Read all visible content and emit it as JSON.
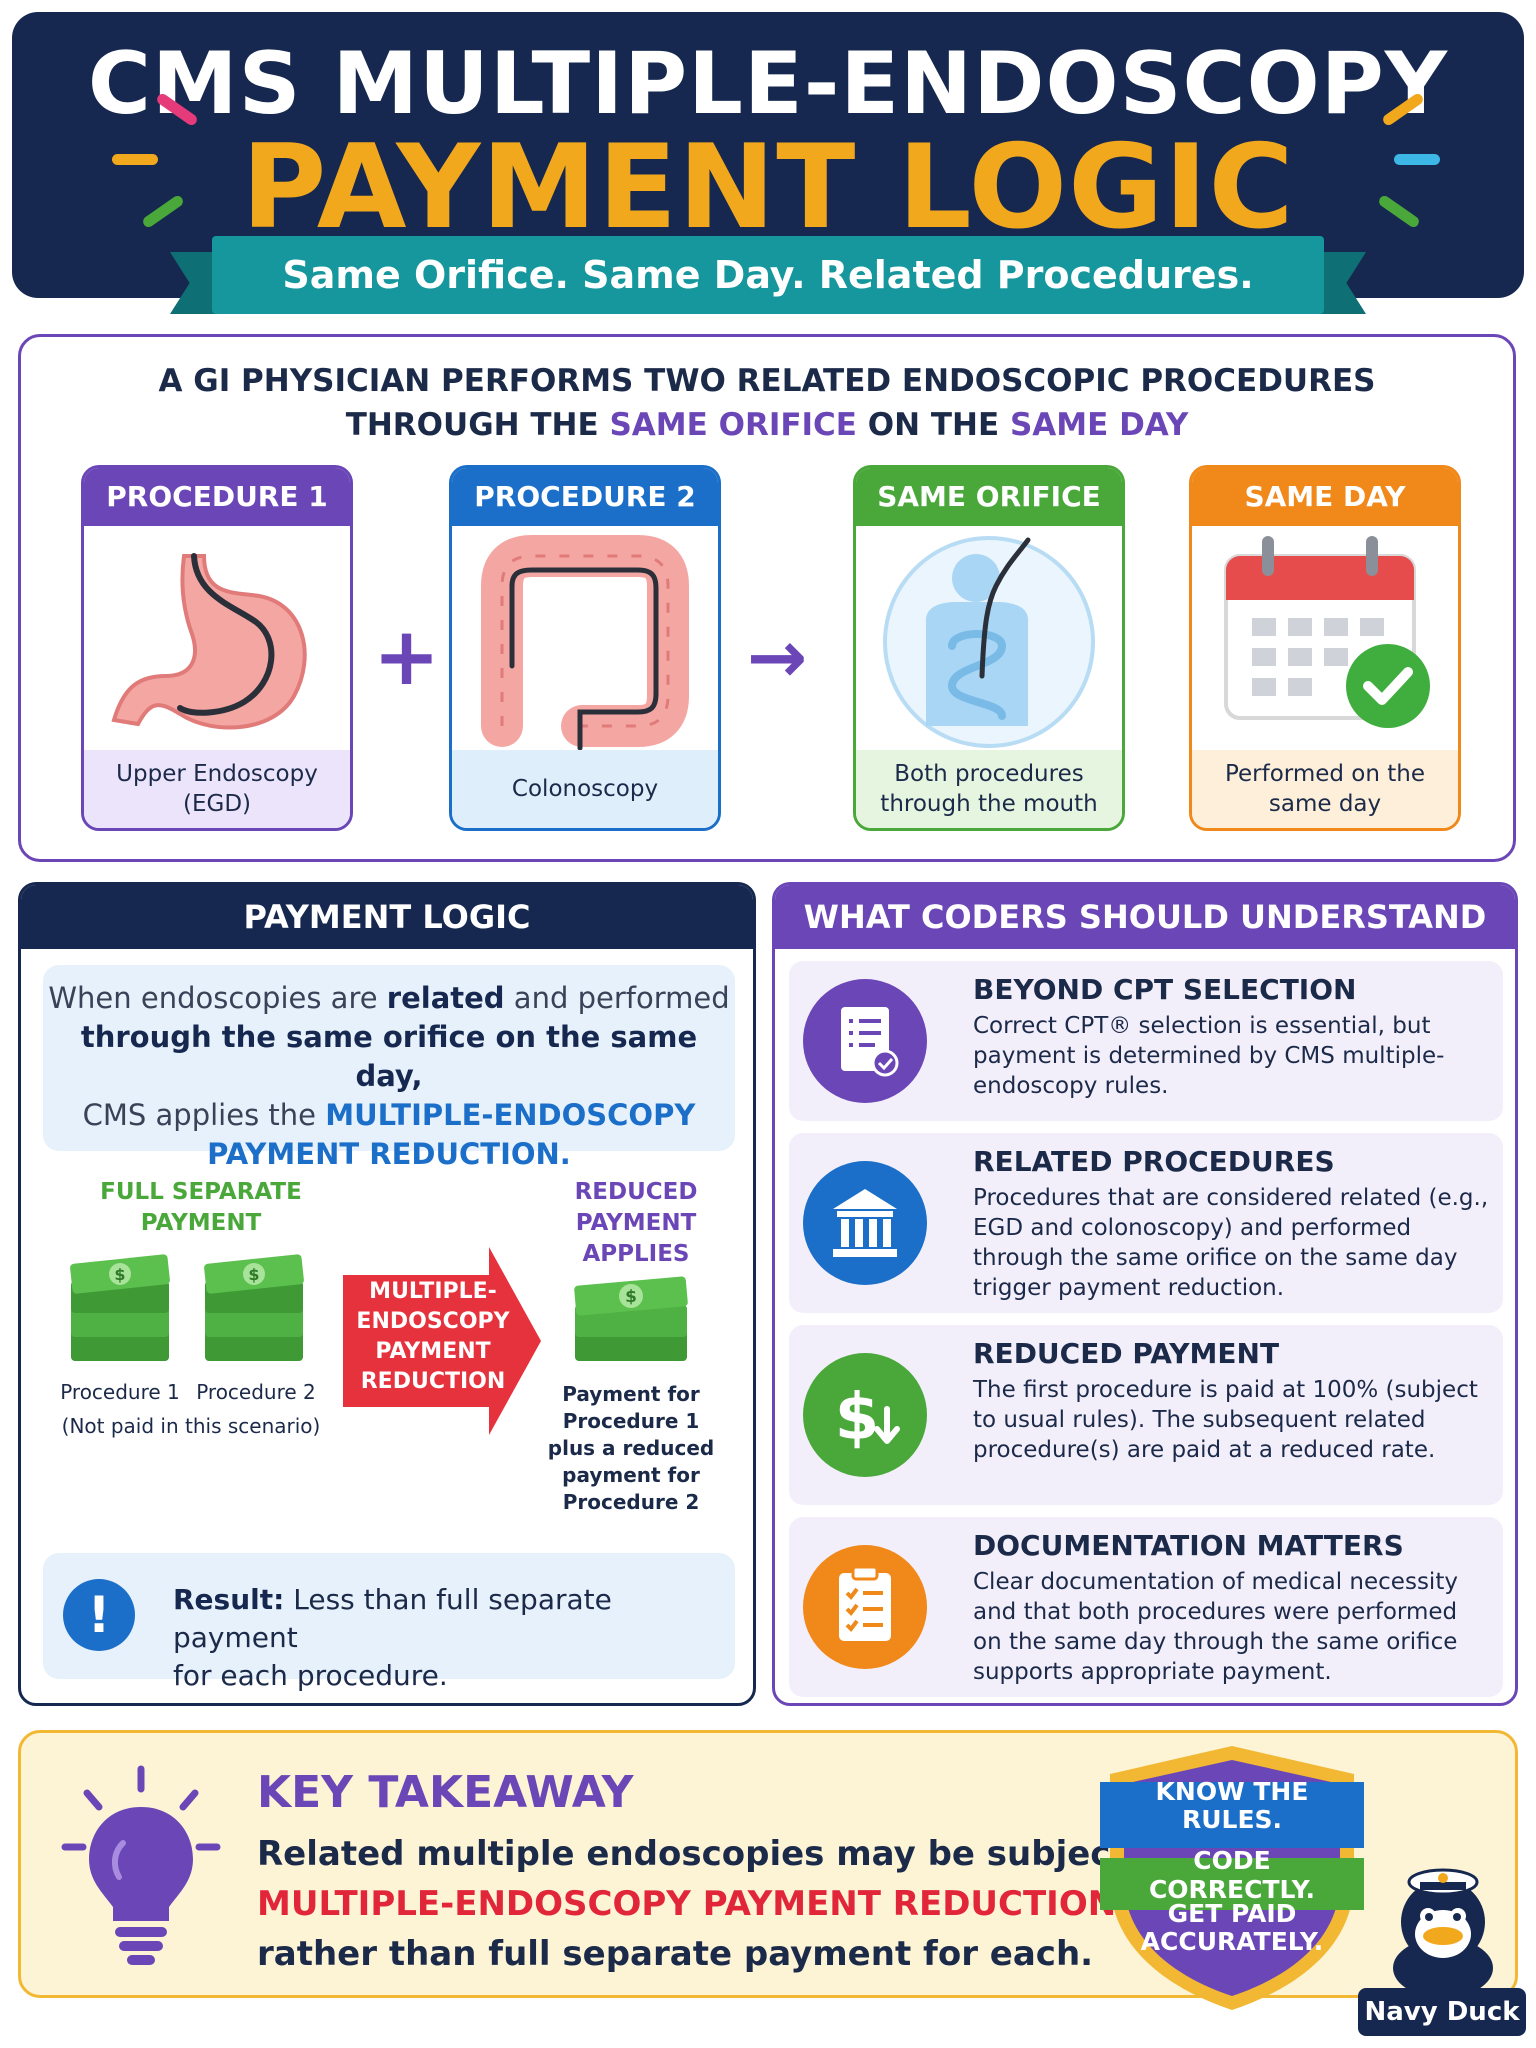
{
  "header": {
    "title_line1": "CMS MULTIPLE-ENDOSCOPY",
    "title_line2": "PAYMENT LOGIC",
    "subtitle": "Same Orifice. Same Day. Related Procedures."
  },
  "scenario": {
    "heading_line1": "A GI PHYSICIAN PERFORMS TWO RELATED ENDOSCOPIC PROCEDURES",
    "heading_line2_a": "THROUGH THE ",
    "heading_line2_hl1": "SAME ORIFICE",
    "heading_line2_b": " ON THE ",
    "heading_line2_hl2": "SAME DAY",
    "plus_symbol": "+",
    "arrow_symbol": "→",
    "cards": [
      {
        "title": "PROCEDURE 1",
        "caption": "Upper Endoscopy (EGD)",
        "color": "#6b46b7",
        "caption_bg": "#ece4fb",
        "icon": "stomach-icon"
      },
      {
        "title": "PROCEDURE 2",
        "caption": "Colonoscopy",
        "color": "#1b6fc9",
        "caption_bg": "#dfeefb",
        "icon": "colon-icon"
      },
      {
        "title": "SAME ORIFICE",
        "caption": "Both procedures through the mouth",
        "color": "#4aa83b",
        "caption_bg": "#e6f5df",
        "icon": "body-scope-icon"
      },
      {
        "title": "SAME DAY",
        "caption": "Performed on the same day",
        "color": "#f0881a",
        "caption_bg": "#fdefd9",
        "icon": "calendar-check-icon"
      }
    ]
  },
  "payment_logic": {
    "heading": "PAYMENT LOGIC",
    "box_line1_a": "When endoscopies are ",
    "box_line1_b": "related",
    "box_line1_c": " and performed",
    "box_line2": "through the same orifice on the same day,",
    "box_line3_a": "CMS applies the ",
    "box_line3_b": "MULTIPLE-ENDOSCOPY",
    "box_line4": "PAYMENT REDUCTION.",
    "full_label_1": "FULL SEPARATE",
    "full_label_2": "PAYMENT",
    "reduced_label_1": "REDUCED PAYMENT",
    "reduced_label_2": "APPLIES",
    "proc1_label": "Procedure 1",
    "proc2_label": "Procedure 2",
    "not_paid_note": "(Not paid in this scenario)",
    "arrow_text": [
      "MULTIPLE-",
      "ENDOSCOPY",
      "PAYMENT",
      "REDUCTION"
    ],
    "reduced_caption": [
      "Payment for",
      "Procedure 1",
      "plus a reduced",
      "payment for",
      "Procedure 2"
    ],
    "result_label": "Result:",
    "result_text_1": " Less than full separate payment",
    "result_text_2": "for each procedure.",
    "result_icon": "!"
  },
  "coders": {
    "heading": "WHAT CODERS SHOULD UNDERSTAND",
    "items": [
      {
        "title": "BEYOND CPT SELECTION",
        "body": "Correct CPT® selection is essential, but payment is determined by CMS multiple-endoscopy rules.",
        "icon": "checklist-document-icon",
        "color": "#6b46b7"
      },
      {
        "title": "RELATED PROCEDURES",
        "body": "Procedures that are considered related (e.g., EGD and colonoscopy) and performed through the same orifice on the same day trigger payment reduction.",
        "icon": "bank-building-icon",
        "color": "#1b6fc9"
      },
      {
        "title": "REDUCED PAYMENT",
        "body": "The first procedure is paid at 100% (subject to usual rules). The subsequent related procedure(s) are paid at a reduced rate.",
        "icon": "dollar-down-icon",
        "color": "#4aa83b"
      },
      {
        "title": "DOCUMENTATION MATTERS",
        "body": "Clear documentation of medical necessity and that both procedures were performed on the same day through the same orifice supports appropriate payment.",
        "icon": "clipboard-checklist-icon",
        "color": "#f0881a"
      }
    ]
  },
  "key_takeaway": {
    "title": "KEY TAKEAWAY",
    "line1": "Related multiple endoscopies may be subject to",
    "line2": "MULTIPLE-ENDOSCOPY PAYMENT REDUCTION",
    "line3": "rather than full separate payment for each."
  },
  "badge": {
    "line1a": "KNOW THE",
    "line1b": "RULES.",
    "line2": "CODE CORRECTLY.",
    "line3a": "GET PAID",
    "line3b": "ACCURATELY."
  },
  "mascot_label": "Navy Duck"
}
